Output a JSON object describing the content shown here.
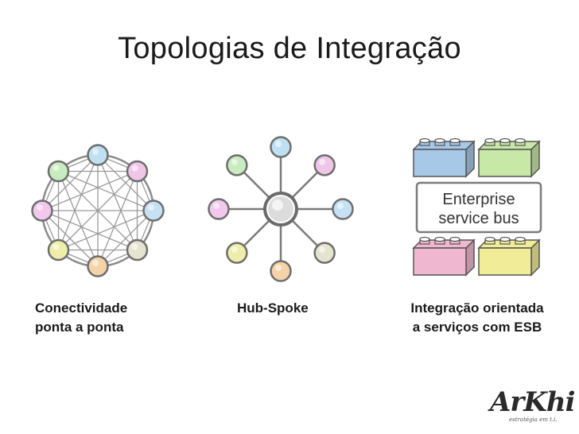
{
  "slide": {
    "title": "Topologias de Integração"
  },
  "diagrams": {
    "mesh": {
      "caption_line1": "Conectividade",
      "caption_line2": "ponta a ponta",
      "node_colors": [
        "#bfe0f0",
        "#f0c6e8",
        "#c6e0f4",
        "#e4e4d0",
        "#f6d2a8",
        "#eeeeaa",
        "#f2c8ec",
        "#c8ecc0"
      ]
    },
    "hub": {
      "caption": "Hub-Spoke",
      "node_colors": [
        "#bfe0f0",
        "#f0c6e8",
        "#c6e0f4",
        "#e4e4d0",
        "#f6d2a8",
        "#eeeeaa",
        "#f2c8ec",
        "#c8ecc0"
      ],
      "hub_color": "#d8d8d8"
    },
    "esb": {
      "caption_line1": "Integração orientada",
      "caption_line2": "a serviços com ESB",
      "bus_line1": "Enterprise",
      "bus_line2": "service bus",
      "block_colors": [
        "#a8c8e8",
        "#c8e8a8",
        "#f0b8d0",
        "#f0ec98"
      ]
    }
  },
  "logo": {
    "word": "ArKhi",
    "tagline": "estratégia em t.i."
  }
}
